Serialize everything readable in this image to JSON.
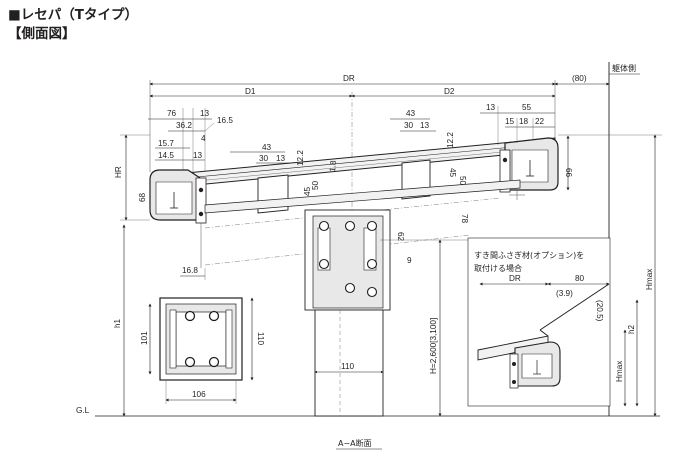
{
  "heading": {
    "title": "■レセパ（Tタイプ）",
    "subtitle": "【側面図】"
  },
  "labels": {
    "wall_side": "躯体側",
    "DR": "DR",
    "D1": "D1",
    "D2": "D2",
    "offset_80_paren": "(80)",
    "HR": "HR",
    "h1": "h1",
    "H": "H=2,600[3,100]",
    "GL": "G.L",
    "Hmax": "Hmax",
    "h2": "h2",
    "section": "A−A断面",
    "option_note_1": "すき間ふさぎ材(オプション)を",
    "option_note_2": "取付ける場合"
  },
  "dims": {
    "d76": "76",
    "d13a": "13",
    "d36_2": "36.2",
    "d4": "4",
    "d16_5": "16.5",
    "d15_7": "15.7",
    "d14_5": "14.5",
    "d13b": "13",
    "d68": "68",
    "d43a": "43",
    "d30a": "30",
    "d13c": "13",
    "d12_2a": "12.2",
    "d50a": "50",
    "d45a": "45",
    "d1_8": "1.8",
    "d43b": "43",
    "d30b": "30",
    "d13d": "13",
    "d12_2b": "12.2",
    "d50b": "50",
    "d45b": "45",
    "d78": "78",
    "d13e": "13",
    "d55": "55",
    "d15": "15",
    "d18": "18",
    "d22": "22",
    "d66": "66",
    "d62": "62",
    "d9": "9",
    "d16_8": "16.8",
    "d101": "101",
    "d110a": "110",
    "d106": "106",
    "d110b": "110",
    "d80": "80",
    "d3_9": "(3.9)",
    "d20_5": "(20.5)"
  },
  "colors": {
    "line": "#231f20",
    "thin": "#555555",
    "fill": "#e8e8e8",
    "panel": "#f2f2f2"
  }
}
